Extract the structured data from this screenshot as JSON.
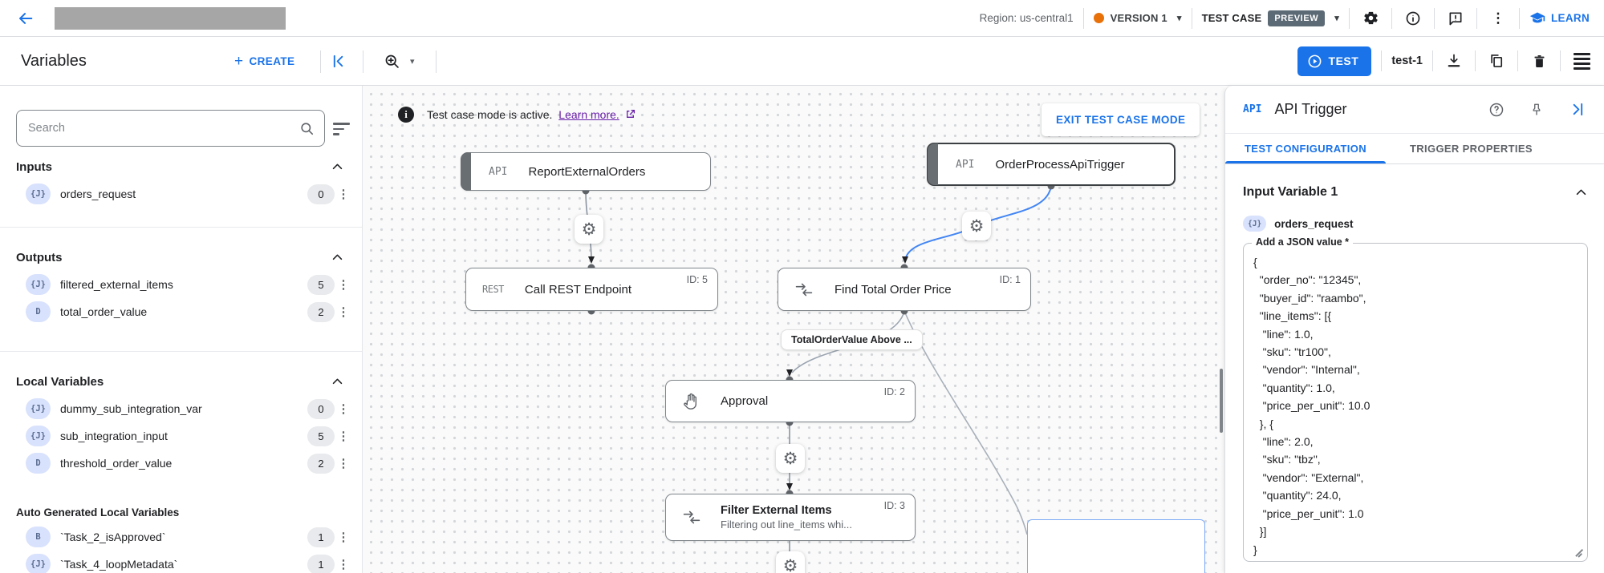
{
  "icons": {
    "caret_down": "▾",
    "gear": "⚙",
    "more_vertical": "⋮",
    "info_i": "i",
    "plus": "+"
  },
  "topbar": {
    "region_label": "Region: us-central1",
    "version_label": "VERSION 1",
    "test_case_label": "TEST CASE",
    "preview_badge": "PREVIEW",
    "learn_label": "LEARN"
  },
  "toolbar": {
    "title": "Variables",
    "create_label": "CREATE",
    "test_button": "TEST",
    "test_case_name": "test-1"
  },
  "sidebar": {
    "search_placeholder": "Search",
    "sections": [
      {
        "title": "Inputs",
        "items": [
          {
            "badge": "{J}",
            "name": "orders_request",
            "count": "0"
          }
        ]
      },
      {
        "title": "Outputs",
        "items": [
          {
            "badge": "{J}",
            "name": "filtered_external_items",
            "count": "5"
          },
          {
            "badge": "D",
            "name": "total_order_value",
            "count": "2"
          }
        ]
      },
      {
        "title": "Local Variables",
        "items": [
          {
            "badge": "{J}",
            "name": "dummy_sub_integration_var",
            "count": "0"
          },
          {
            "badge": "{J}",
            "name": "sub_integration_input",
            "count": "5"
          },
          {
            "badge": "D",
            "name": "threshold_order_value",
            "count": "2"
          }
        ]
      }
    ],
    "auto_section": {
      "title": "Auto Generated Local Variables",
      "items": [
        {
          "badge": "B",
          "name": "`Task_2_isApproved`",
          "count": "1"
        },
        {
          "badge": "{J}",
          "name": "`Task_4_loopMetadata`",
          "count": "1"
        }
      ]
    }
  },
  "canvas": {
    "banner": {
      "text": "Test case mode is active.",
      "link": "Learn more.",
      "exit_button": "EXIT TEST CASE MODE"
    },
    "edge_label": "TotalOrderValue Above ...",
    "nodes": {
      "report": {
        "type": "API",
        "title": "ReportExternalOrders"
      },
      "trigger": {
        "type": "API",
        "title": "OrderProcessApiTrigger"
      },
      "rest": {
        "type": "REST",
        "title": "Call REST Endpoint",
        "id": "ID: 5"
      },
      "find_total": {
        "title": "Find Total Order Price",
        "id": "ID: 1"
      },
      "approval": {
        "title": "Approval",
        "id": "ID: 2"
      },
      "filter": {
        "title": "Filter External Items",
        "subtitle": "Filtering out line_items whi...",
        "id": "ID: 3"
      }
    }
  },
  "panel": {
    "badge": "API",
    "title": "API Trigger",
    "tabs": [
      {
        "label": "TEST CONFIGURATION"
      },
      {
        "label": "TRIGGER PROPERTIES"
      }
    ],
    "section_title": "Input Variable 1",
    "variable": {
      "badge": "{J}",
      "name": "orders_request"
    },
    "field_label": "Add a JSON value *",
    "json_value": "{\n  \"order_no\": \"12345\",\n  \"buyer_id\": \"raambo\",\n  \"line_items\": [{\n   \"line\": 1.0,\n   \"sku\": \"tr100\",\n   \"vendor\": \"Internal\",\n   \"quantity\": 1.0,\n   \"price_per_unit\": 10.0\n  }, {\n   \"line\": 2.0,\n   \"sku\": \"tbz\",\n   \"vendor\": \"External\",\n   \"quantity\": 24.0,\n   \"price_per_unit\": 1.0\n  }]\n}"
  }
}
